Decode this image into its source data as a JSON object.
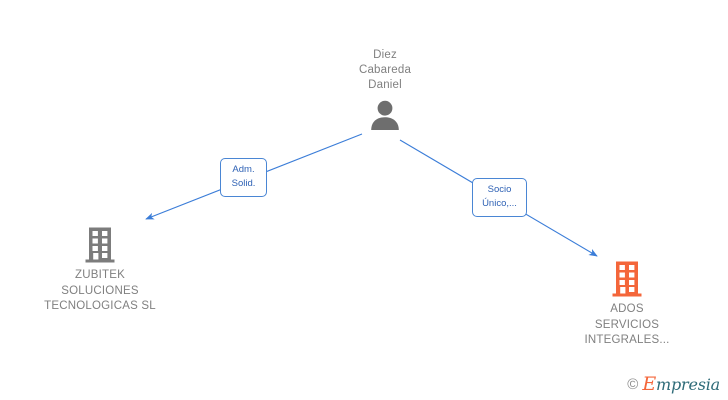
{
  "diagram": {
    "type": "org-relationship-graph",
    "background": "#ffffff",
    "person": {
      "name": "Diez\nCabareda\nDaniel",
      "icon": "person-icon",
      "color": "#6e6e6e",
      "text_color": "#808080"
    },
    "companies": [
      {
        "id": "zubitek",
        "name": "ZUBITEK\nSOLUCIONES\nTECNOLOGICAS SL",
        "icon": "building-icon",
        "color": "#7c7c7c",
        "text_color": "#808080"
      },
      {
        "id": "ados",
        "name": "ADOS\nSERVICIOS\nINTEGRALES...",
        "icon": "building-icon",
        "color": "#f4663a",
        "text_color": "#808080"
      }
    ],
    "edges": [
      {
        "id": "edge-adm-solid",
        "from": "person",
        "to": "zubitek",
        "label": "Adm.\nSolid.",
        "color": "#4a86d4"
      },
      {
        "id": "edge-socio-unico",
        "from": "person",
        "to": "ados",
        "label": "Socio\nÚnico,...",
        "color": "#4a86d4"
      }
    ],
    "watermark": {
      "copyright": "©",
      "brand_initial": "E",
      "brand_rest": "mpresia",
      "initial_color": "#f4663a",
      "text_color": "#2e6b78"
    }
  }
}
